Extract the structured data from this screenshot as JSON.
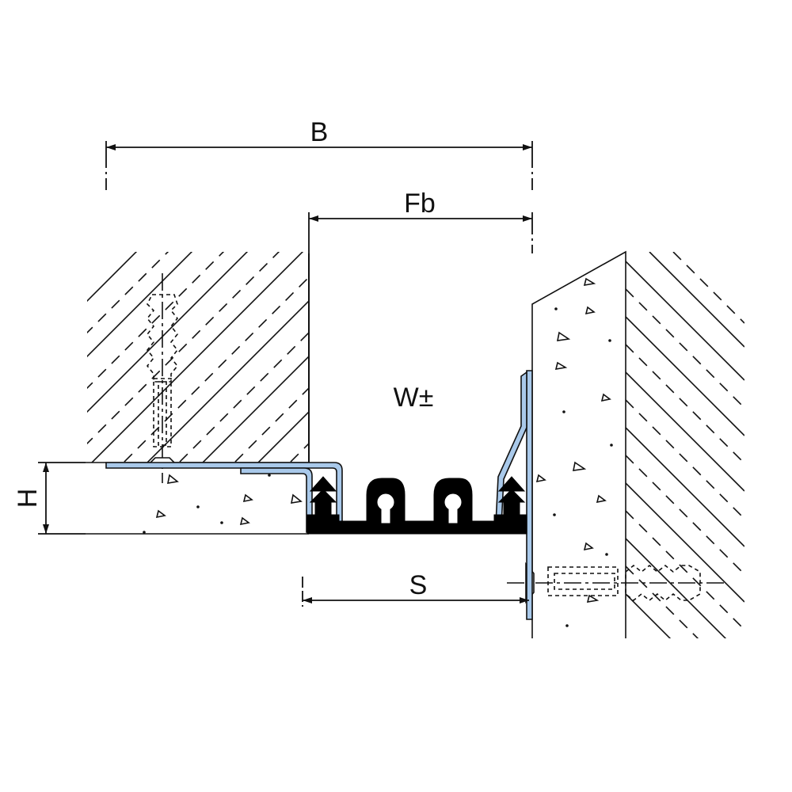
{
  "labels": {
    "overall_width": "B",
    "frame_width": "Fb",
    "movement": "W±",
    "height": "H",
    "joint_width": "S"
  },
  "colors": {
    "profile": "#a9c9ea",
    "insert": "#000000",
    "line": "#111111",
    "background": "#ffffff"
  }
}
